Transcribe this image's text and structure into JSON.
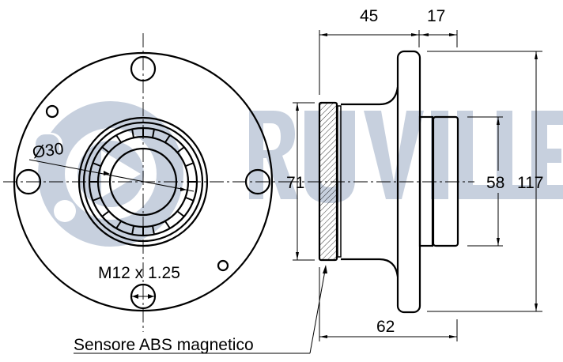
{
  "watermark": {
    "brand_text": "RUVILLE",
    "color": "#c7d0de"
  },
  "front_view": {
    "bore_diameter_label": "Ø30",
    "thread_label": "M12 x 1.25"
  },
  "side_view": {
    "dimensions": {
      "flange_to_face": "45",
      "pilot_length": "17",
      "sensor_ring_diameter": "71",
      "pilot_diameter": "58",
      "flange_diameter": "117",
      "overall_length": "62"
    }
  },
  "callout": {
    "sensor_note": "Sensore ABS magnetico"
  },
  "colors": {
    "line": "#000000",
    "background": "#ffffff"
  }
}
